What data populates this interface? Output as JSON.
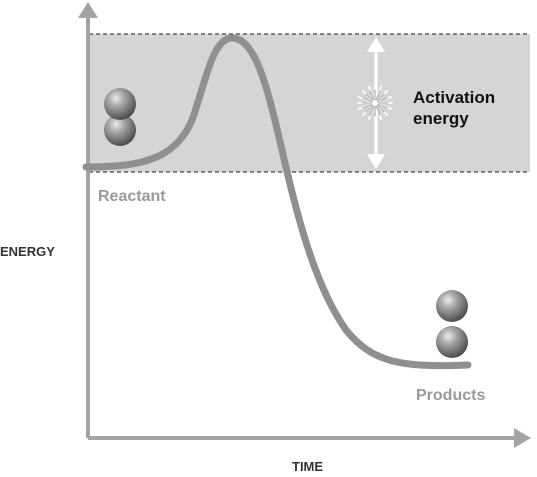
{
  "labels": {
    "y_axis": "ENERGY",
    "x_axis": "TIME",
    "reactant": "Reactant",
    "products": "Products",
    "activation_line1": "Activation",
    "activation_line2": "energy"
  },
  "icons": {
    "reactant_molecule": "two-sphere-molecule-icon",
    "product_molecules": "separated-spheres-icon",
    "spark": "starburst-icon",
    "double_arrow": "double-headed-arrow-icon"
  },
  "colors": {
    "axis": "#a3a3a3",
    "activation_band": "#d5d5d5",
    "curve": "#8f8f8f",
    "label_gray": "#9a9a9a",
    "label_dark": "#111111",
    "dashed": "#444444"
  }
}
